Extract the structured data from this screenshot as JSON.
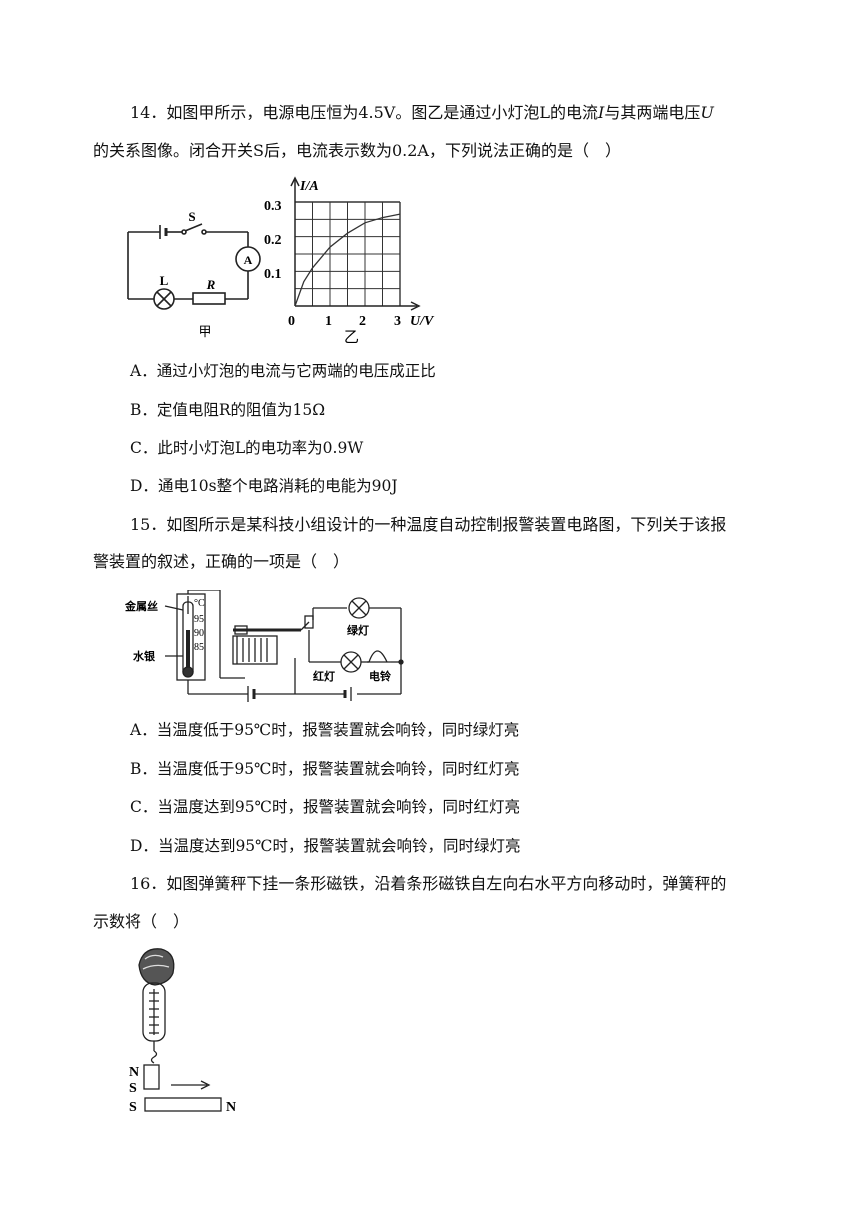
{
  "q14": {
    "line1_a": "14．如图甲所示，电源电压恒为4.5V。图乙是通过小灯泡L的电流",
    "line1_i": "I",
    "line1_b": "与其两端电压",
    "line1_u": "U",
    "line2": "的关系图像。闭合开关S后，电流表示数为0.2A，下列说法正确的是（　）",
    "circuit": {
      "switch_label": "S",
      "ammeter_label": "A",
      "lamp_label": "L",
      "resistor_label": "R",
      "caption": "甲"
    },
    "graph": {
      "y_axis_label": "I/A",
      "x_axis_label": "U/V",
      "y_ticks": [
        "0.3",
        "0.2",
        "0.1"
      ],
      "x_ticks": [
        "0",
        "1",
        "2",
        "3"
      ],
      "caption": "乙"
    },
    "chart_data": {
      "type": "line",
      "xlabel": "U/V",
      "ylabel": "I/A",
      "xlim": [
        0,
        3
      ],
      "ylim": [
        0,
        0.3
      ],
      "grid": true,
      "x": [
        0,
        0.25,
        0.5,
        1.0,
        1.5,
        2.0,
        2.5,
        3.0
      ],
      "y": [
        0,
        0.07,
        0.11,
        0.17,
        0.21,
        0.24,
        0.255,
        0.265
      ]
    },
    "options": [
      {
        "letter": "A．",
        "text": "通过小灯泡的电流与它两端的电压成正比"
      },
      {
        "letter": "B．",
        "text": "定值电阻R的阻值为15Ω"
      },
      {
        "letter": "C．",
        "text": "此时小灯泡L的电功率为0.9W"
      },
      {
        "letter": "D．",
        "text": "通电10s整个电路消耗的电能为90J"
      }
    ]
  },
  "q15": {
    "line1": "15．如图所示是某科技小组设计的一种温度自动控制报警装置电路图，下列关于该报",
    "line2": "警装置的叙述，正确的一项是（　）",
    "figure": {
      "metal_wire": "金属丝",
      "mercury": "水银",
      "unit": "°C",
      "ticks": [
        "95",
        "90",
        "85"
      ],
      "green_lamp": "绿灯",
      "red_lamp": "红灯",
      "bell": "电铃"
    },
    "options": [
      {
        "letter": "A．",
        "text": "当温度低于95℃时，报警装置就会响铃，同时绿灯亮"
      },
      {
        "letter": "B．",
        "text": "当温度低于95℃时，报警装置就会响铃，同时红灯亮"
      },
      {
        "letter": "C．",
        "text": "当温度达到95℃时，报警装置就会响铃，同时红灯亮"
      },
      {
        "letter": "D．",
        "text": "当温度达到95℃时，报警装置就会响铃，同时绿灯亮"
      }
    ]
  },
  "q16": {
    "line1": "16．如图弹簧秤下挂一条形磁铁，沿着条形磁铁自左向右水平方向移动时，弹簧秤的",
    "line2": "示数将（　）",
    "figure": {
      "small_top": "N",
      "small_bottom": "S",
      "bar_left": "S",
      "bar_right": "N"
    }
  }
}
